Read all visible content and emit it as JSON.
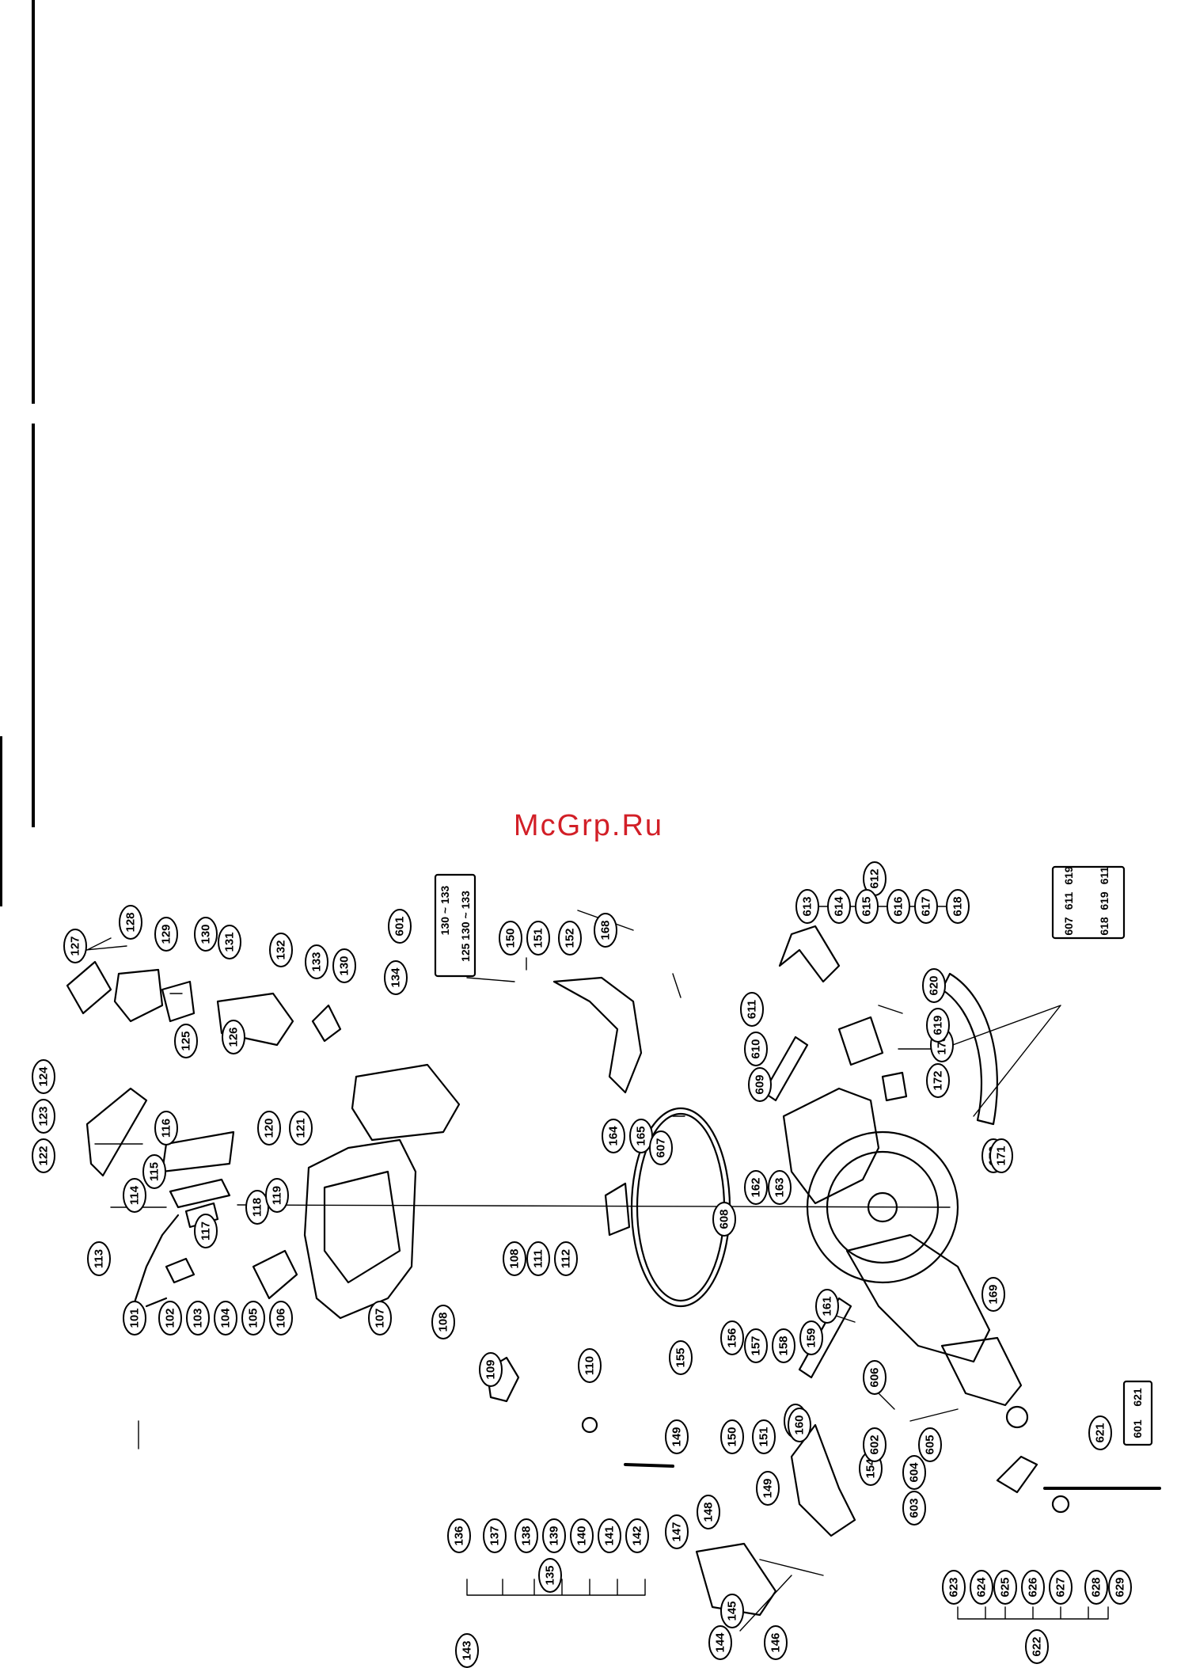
{
  "watermark": {
    "text": "McGrp.Ru",
    "color": "#d21f27"
  },
  "callouts": [
    "101",
    "102",
    "103",
    "104",
    "105",
    "106",
    "107",
    "108",
    "108",
    "109",
    "110",
    "111",
    "112",
    "113",
    "114",
    "115",
    "116",
    "117",
    "118",
    "119",
    "120",
    "121",
    "122",
    "123",
    "124",
    "125",
    "126",
    "127",
    "128",
    "129",
    "130",
    "130",
    "131",
    "132",
    "133",
    "134",
    "135",
    "136",
    "137",
    "138",
    "139",
    "140",
    "141",
    "142",
    "143",
    "144",
    "145",
    "146",
    "147",
    "148",
    "149",
    "149",
    "150",
    "150",
    "151",
    "151",
    "152",
    "153",
    "154",
    "155",
    "156",
    "157",
    "158",
    "159",
    "160",
    "161",
    "162",
    "163",
    "164",
    "165",
    "168",
    "169",
    "170",
    "171",
    "172",
    "173",
    "601",
    "602",
    "603",
    "604",
    "605",
    "606",
    "607",
    "608",
    "609",
    "610",
    "611",
    "612",
    "613",
    "614",
    "615",
    "616",
    "617",
    "618",
    "619",
    "620",
    "621",
    "622",
    "623",
    "624",
    "625",
    "626",
    "627",
    "628",
    "629"
  ],
  "boxes": {
    "box173": {
      "top": [
        "130",
        "~",
        "133"
      ],
      "bottom": [
        "125",
        "130",
        "~",
        "133"
      ]
    },
    "box629": {
      "top": [
        "607",
        "611",
        "619"
      ],
      "bottom": [
        "618",
        "619",
        "611"
      ]
    },
    "box620": [
      "601",
      "621"
    ]
  }
}
